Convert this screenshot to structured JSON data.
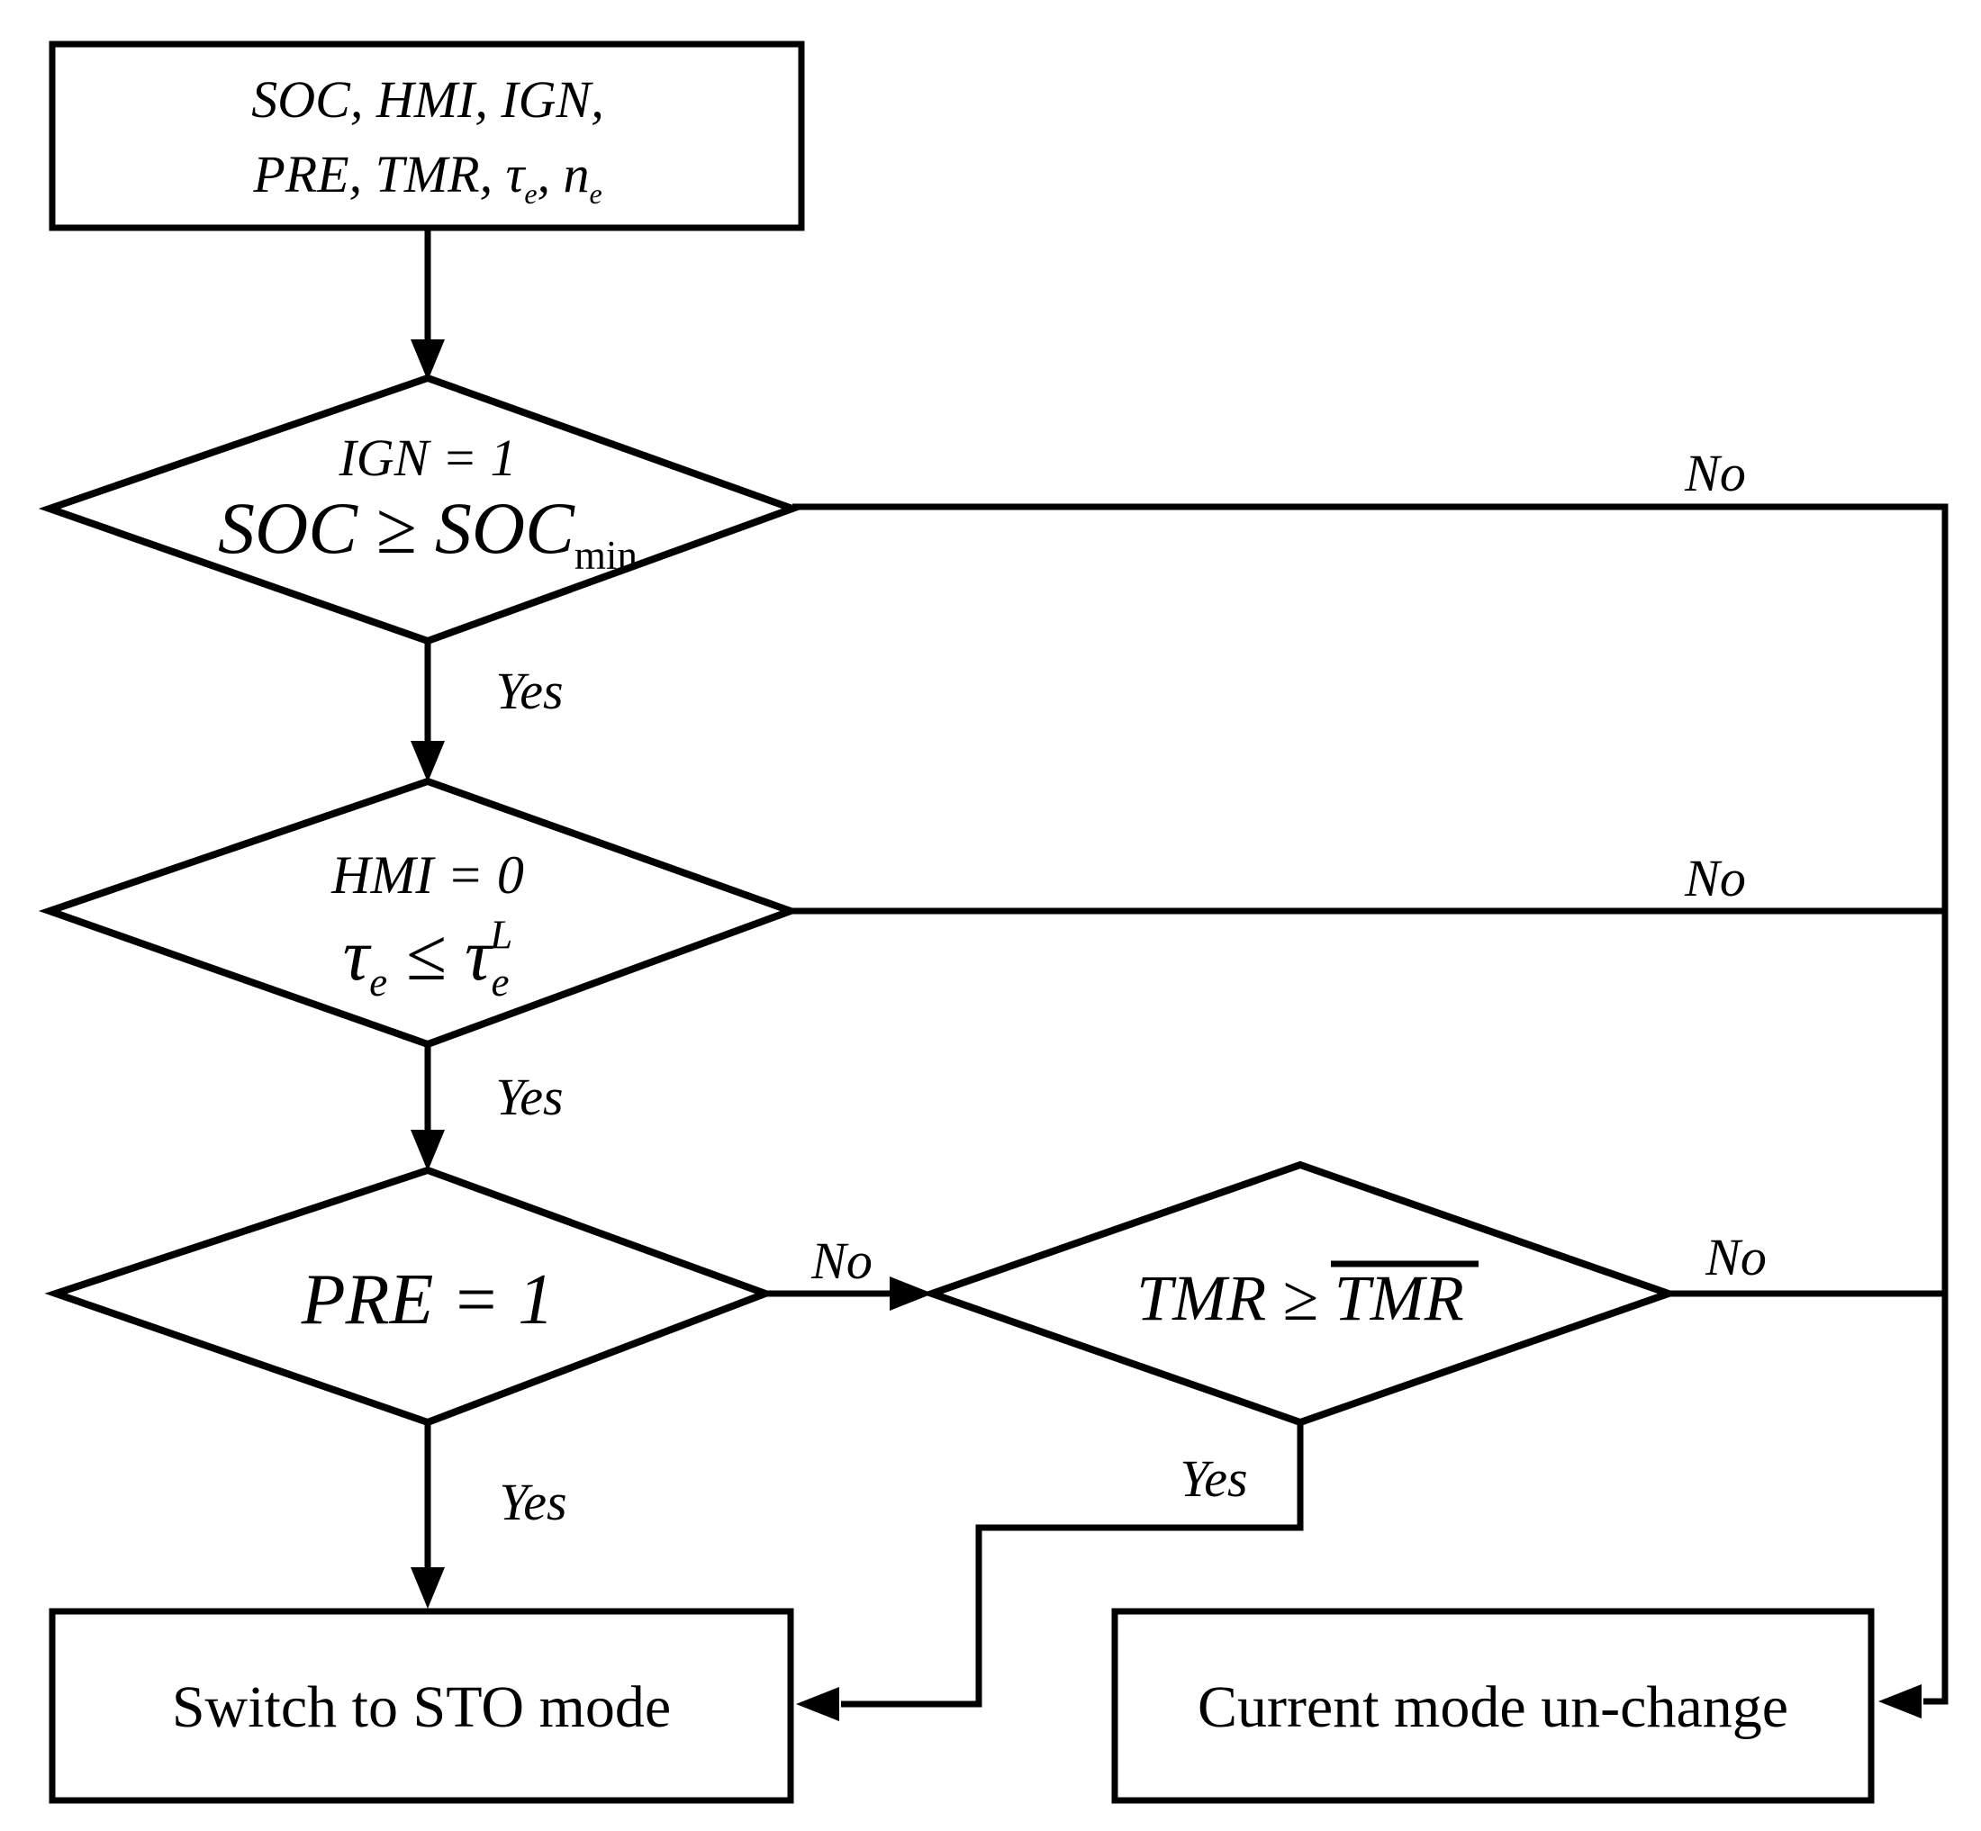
{
  "colors": {
    "background": "#ffffff",
    "line": "#000000"
  },
  "flowchart": {
    "start_box": {
      "line1": [
        {
          "t": "SOC, HMI, IGN,"
        }
      ],
      "line2": [
        {
          "t": "PRE, TMR, "
        },
        {
          "t": "τ"
        },
        {
          "t": "e",
          "k": "sub"
        },
        {
          "t": ", "
        },
        {
          "t": "n"
        },
        {
          "t": "e",
          "k": "sub"
        }
      ]
    },
    "decision_ignition_soc": {
      "line1": [
        {
          "t": "IGN = 1"
        }
      ],
      "line2": [
        {
          "t": "SOC ≥ SOC"
        },
        {
          "t": "min",
          "k": "sub",
          "up": true
        }
      ]
    },
    "decision_hmi_torque": {
      "line1": [
        {
          "t": "HMI = 0"
        }
      ],
      "line2": [
        {
          "t": "τ"
        },
        {
          "t": "e",
          "k": "sub"
        },
        {
          "t": " ≤ "
        },
        {
          "t": "τ"
        },
        {
          "t": "e",
          "k": "sub"
        },
        {
          "t": "L",
          "k": "sup",
          "stack": true
        }
      ]
    },
    "decision_pre": {
      "line1": [
        {
          "t": "PRE = 1"
        }
      ]
    },
    "decision_tmr": {
      "line1": [
        {
          "t": "TMR ≥ "
        },
        {
          "t": "TMR",
          "over": true
        }
      ]
    },
    "outcome_sto": {
      "label": "Switch to STO mode"
    },
    "outcome_unchanged": {
      "label": "Current mode un-change"
    },
    "edge_labels": {
      "ign_soc_no": "No",
      "ign_soc_yes": "Yes",
      "hmi_torque_no": "No",
      "hmi_torque_yes": "Yes",
      "pre_no": "No",
      "pre_yes": "Yes",
      "tmr_no": "No",
      "tmr_yes": "Yes"
    }
  }
}
